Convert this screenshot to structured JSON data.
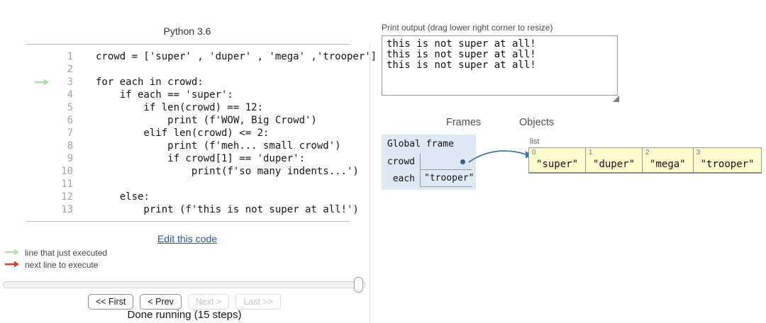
{
  "app": {
    "lang_title": "Python 3.6"
  },
  "code": {
    "lines": [
      {
        "num": "1",
        "text": "crowd = ['super' , 'duper' , 'mega' ,'trooper']"
      },
      {
        "num": "2",
        "text": ""
      },
      {
        "num": "3",
        "text": "for each in crowd:",
        "marker": "line that just executed"
      },
      {
        "num": "4",
        "text": "    if each == 'super':"
      },
      {
        "num": "5",
        "text": "        if len(crowd) == 12:"
      },
      {
        "num": "6",
        "text": "            print (f'WOW, Big Crowd')"
      },
      {
        "num": "7",
        "text": "        elif len(crowd) <= 2:"
      },
      {
        "num": "8",
        "text": "            print (f'meh... small crowd')"
      },
      {
        "num": "9",
        "text": "            if crowd[1] == 'duper':"
      },
      {
        "num": "10",
        "text": "                print(f'so many indents...')"
      },
      {
        "num": "11",
        "text": ""
      },
      {
        "num": "12",
        "text": "    else:"
      },
      {
        "num": "13",
        "text": "        print (f'this is not super at all!')"
      }
    ],
    "edit_link": "Edit this code"
  },
  "legend": {
    "executed_label": "line that just executed",
    "next_label": "next line to execute"
  },
  "nav": {
    "buttons": [
      {
        "label": "<< First",
        "enabled": true
      },
      {
        "label": "< Prev",
        "enabled": true
      },
      {
        "label": "Next >",
        "enabled": false
      },
      {
        "label": "Last >>",
        "enabled": false
      }
    ],
    "status": "Done running (15 steps)"
  },
  "output": {
    "label": "Print output (drag lower right corner to resize)",
    "text": "this is not super at all!\nthis is not super at all!\nthis is not super at all!"
  },
  "viz": {
    "frames_header": "Frames",
    "objects_header": "Objects",
    "global_frame": {
      "title": "Global frame",
      "variables": [
        {
          "name": "crowd",
          "value": "",
          "is_pointer": true
        },
        {
          "name": "each",
          "value": "\"trooper\""
        }
      ]
    },
    "heap": {
      "type_label": "list",
      "cells": [
        {
          "index": "0",
          "value": "\"super\""
        },
        {
          "index": "1",
          "value": "\"duper\""
        },
        {
          "index": "2",
          "value": "\"mega\""
        },
        {
          "index": "3",
          "value": "\"trooper\""
        }
      ]
    }
  },
  "colors": {
    "executed_arrow": "#b7dcb2",
    "next_arrow": "#d53b32",
    "pointer_arrow": "#3c76a9",
    "frame_bg": "#dfe9f4",
    "list_cell_bg": "#fbfbcd",
    "link": "#2558a7"
  }
}
